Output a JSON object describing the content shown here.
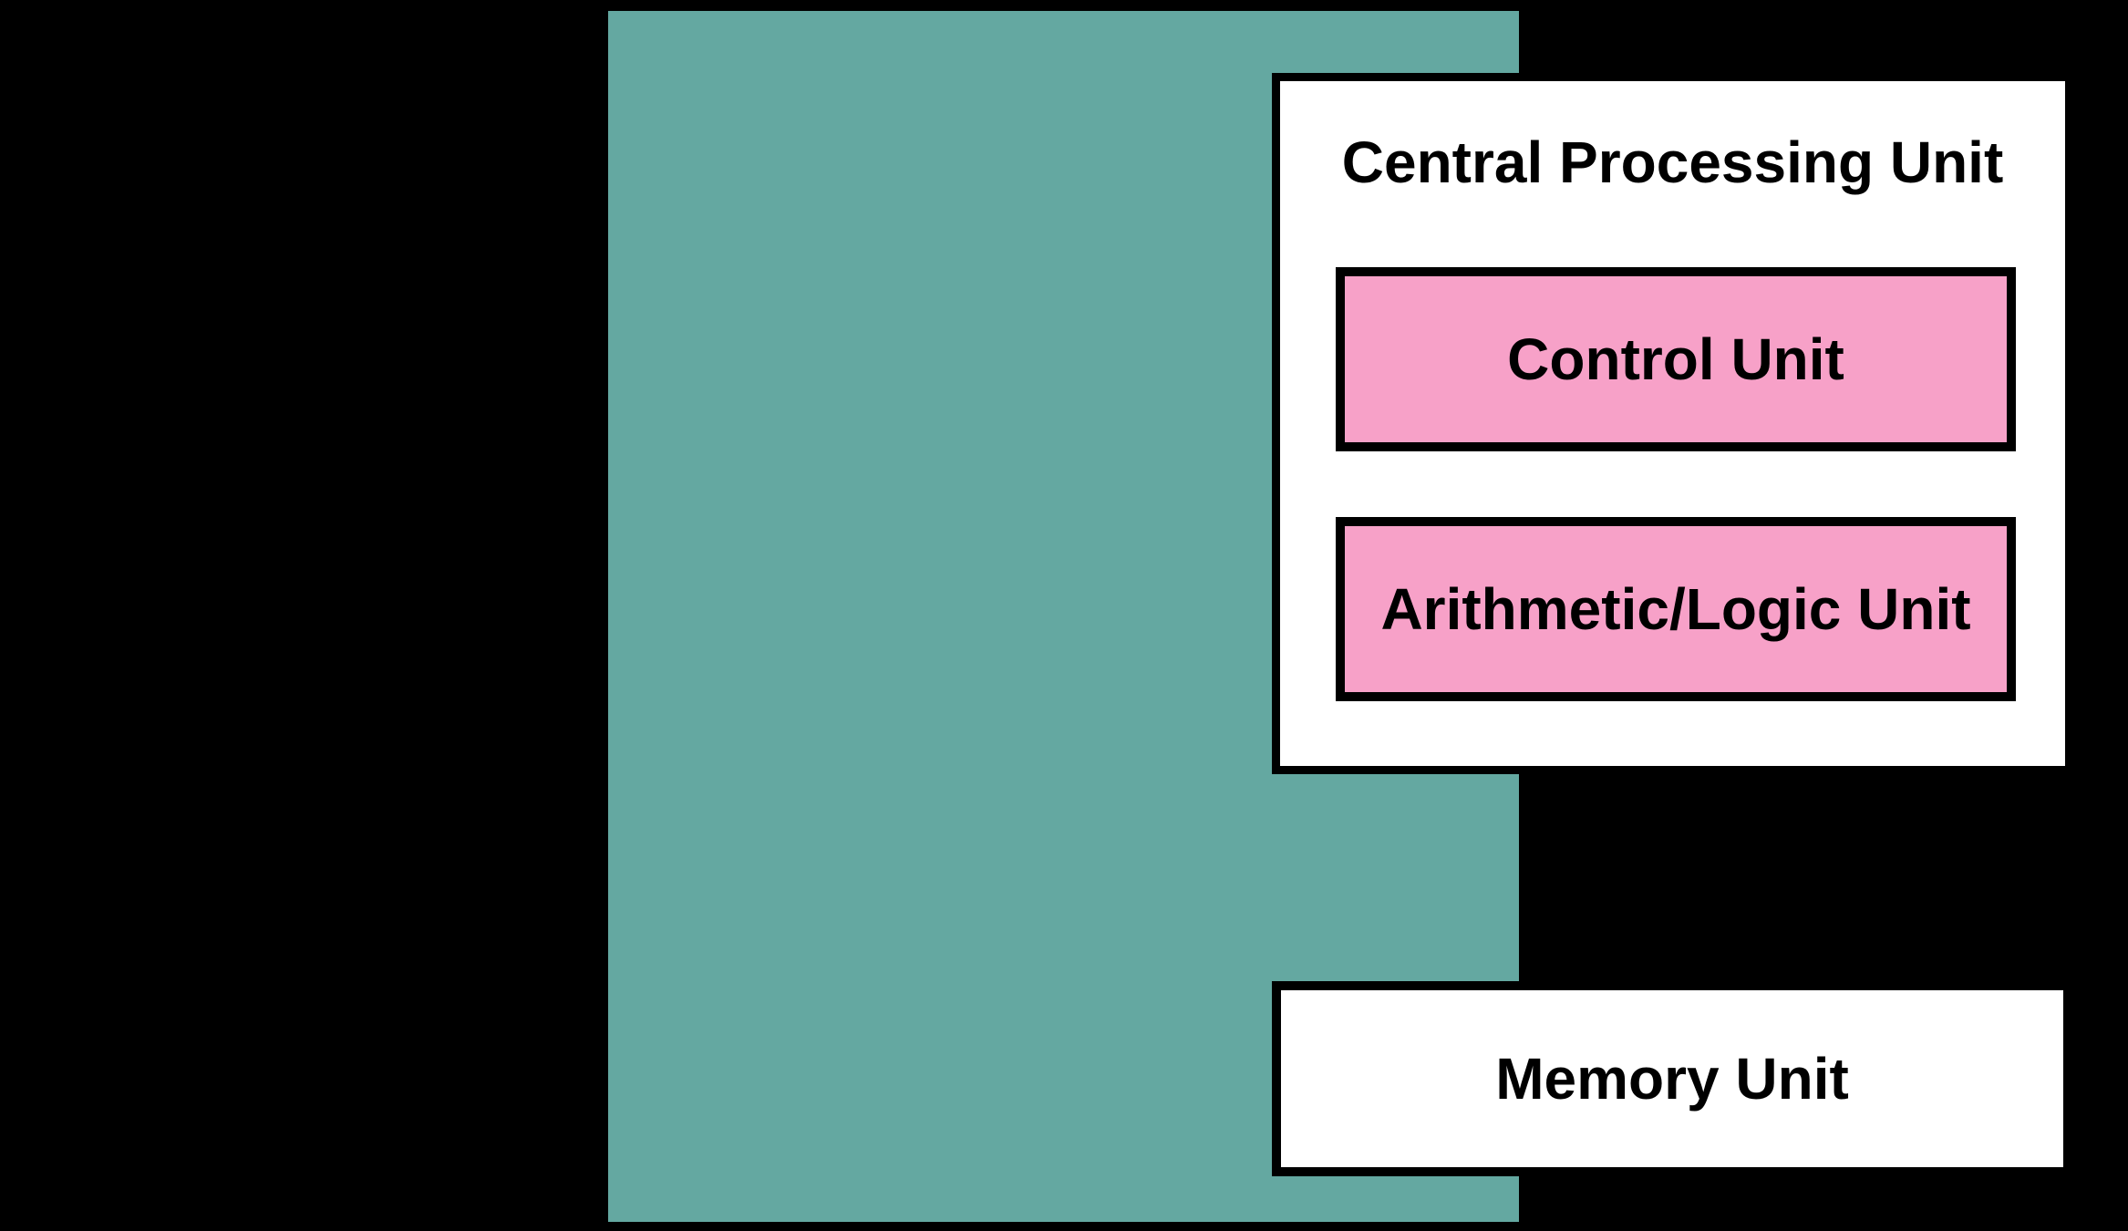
{
  "colors": {
    "background": "#000000",
    "panel": "#64A8A1",
    "pink": "#F7A1C8",
    "box_white": "#FFFFFF",
    "ink": "#000000"
  },
  "diagram": {
    "cpu": {
      "title": "Central Processing Unit",
      "children": [
        {
          "label": "Control Unit"
        },
        {
          "label": "Arithmetic/Logic Unit"
        }
      ]
    },
    "memory": {
      "label": "Memory Unit"
    },
    "edges": [
      {
        "from": "cpu",
        "to": "memory",
        "direction": "down"
      },
      {
        "from": "memory",
        "to": "cpu",
        "direction": "up"
      }
    ]
  }
}
